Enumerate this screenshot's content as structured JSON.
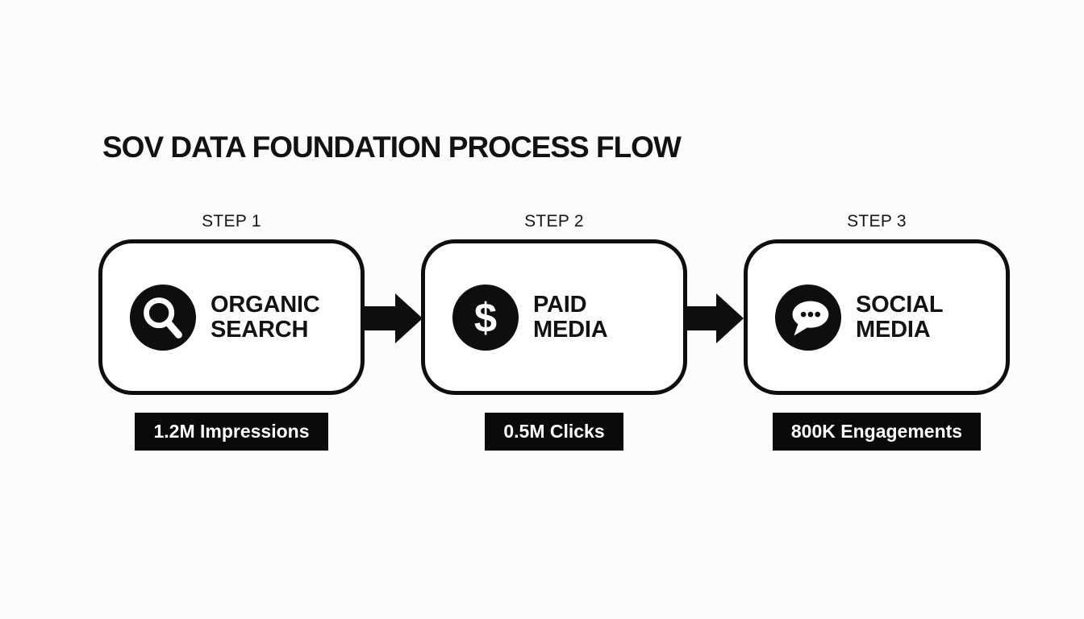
{
  "title": "SOV DATA FOUNDATION PROCESS FLOW",
  "steps": [
    {
      "label": "STEP 1",
      "name_line1": "ORGANIC",
      "name_line2": "SEARCH",
      "icon": "search-magnifier-icon",
      "metric": "1.2M Impressions"
    },
    {
      "label": "STEP 2",
      "name_line1": "PAID",
      "name_line2": "MEDIA",
      "icon": "dollar-icon",
      "dollar_glyph": "$",
      "metric": "0.5M Clicks"
    },
    {
      "label": "STEP 3",
      "name_line1": "SOCIAL",
      "name_line2": "MEDIA",
      "icon": "speech-bubble-icon",
      "metric": "800K Engagements"
    }
  ],
  "colors": {
    "background": "#fbfcfc",
    "box_fill": "#ffffff",
    "ink": "#0e0e0e",
    "metric_bg": "#0a0a0a",
    "metric_text": "#ffffff"
  }
}
